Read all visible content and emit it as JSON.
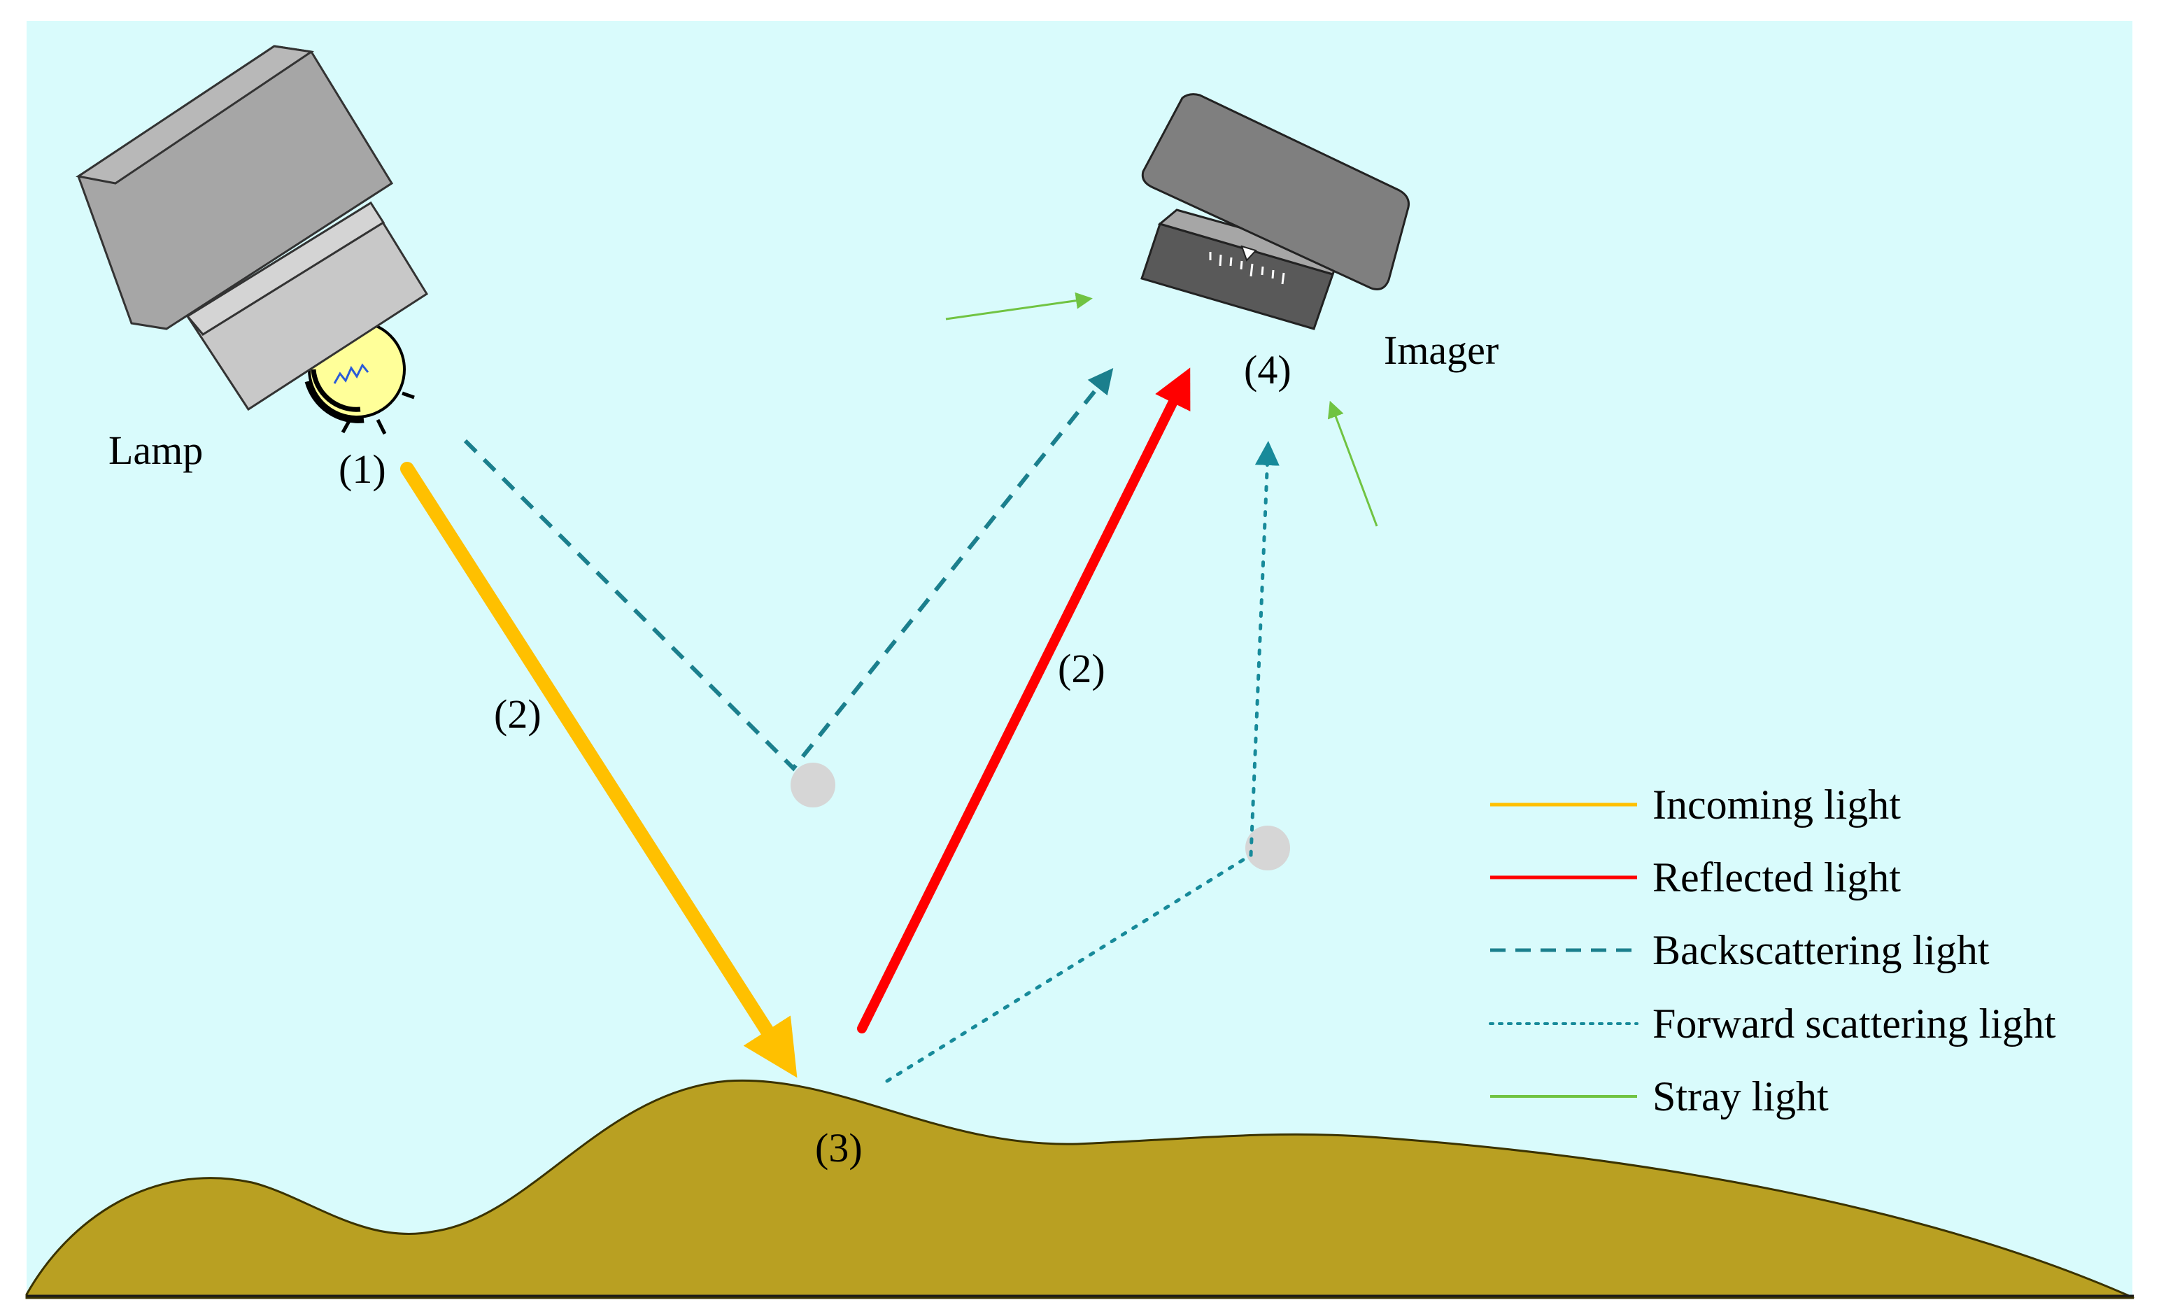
{
  "labels": {
    "lamp": "Lamp",
    "imager": "Imager",
    "p1": "(1)",
    "p2_left": "(2)",
    "p2_right": "(2)",
    "p3": "(3)",
    "p4": "(4)"
  },
  "legend": {
    "incoming": "Incoming light",
    "reflected": "Reflected light",
    "backscattering": "Backscattering light",
    "forward": "Forward scattering light",
    "stray": "Stray light"
  },
  "colors": {
    "water": "#d9fbfc",
    "seabed": "#b9a022",
    "incoming": "#ffc000",
    "reflected": "#ff0000",
    "backscattering": "#1b7f8d",
    "forward": "#178a9a",
    "stray": "#70c342",
    "particle": "#d6d6d6",
    "bulb": "#ffff99",
    "lamp_body": "#a6a6a6",
    "camera_body": "#7f7f7f",
    "camera_ring": "#4d4d4d"
  },
  "icons": {
    "lamp": "lamp-icon",
    "imager": "camera-icon",
    "particle": "particle-icon"
  }
}
